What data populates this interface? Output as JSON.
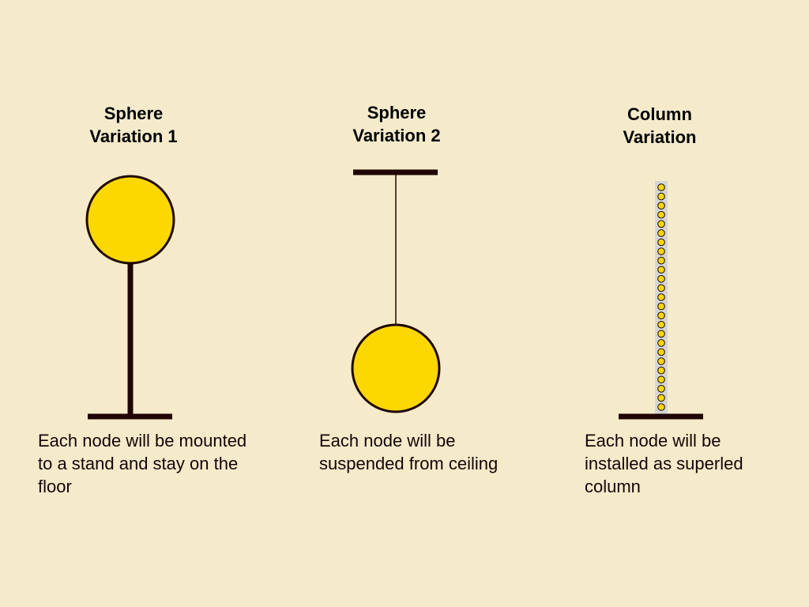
{
  "colors": {
    "background": "#F5EBCB",
    "sphere_fill": "#FDD800",
    "structure": "#1F0505",
    "column_bg": "#D5D5D5"
  },
  "panels": [
    {
      "id": "sphere-variation-1",
      "title": "Sphere\nVariation 1",
      "description": "Each node will be mounted\nto a stand and stay on the\nfloor"
    },
    {
      "id": "sphere-variation-2",
      "title": "Sphere\nVariation 2",
      "description": "Each node will be\nsuspended from ceiling"
    },
    {
      "id": "column-variation",
      "title": "Column\nVariation",
      "description": "Each node will be\ninstalled as superled\ncolumn"
    }
  ]
}
